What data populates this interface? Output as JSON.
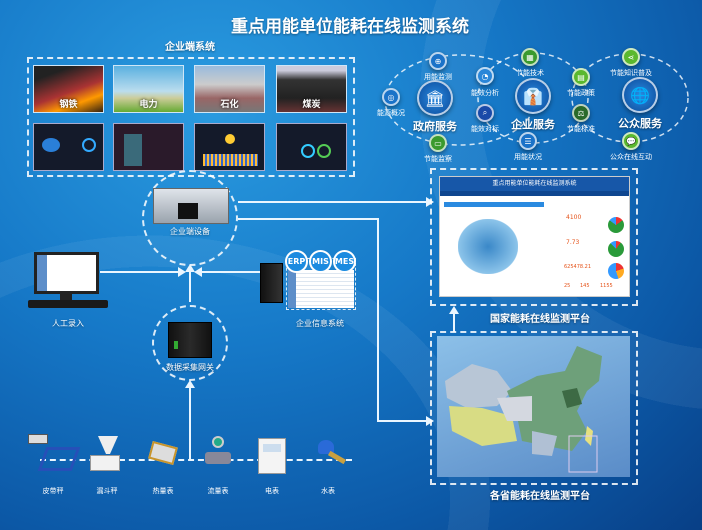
{
  "title": "重点用能单位能耗在线监测系统",
  "enterprise": {
    "title": "企业端系统",
    "industries": [
      {
        "label": "钢铁"
      },
      {
        "label": "电力"
      },
      {
        "label": "石化"
      },
      {
        "label": "煤炭"
      }
    ],
    "device_label": "企业端设备",
    "manual_input_label": "人工录入",
    "info_system_label": "企业信息系统",
    "info_systems": [
      "ERP",
      "MIS",
      "MES"
    ],
    "gateway_label": "数据采集网关",
    "sensors": [
      {
        "label": "皮带秤"
      },
      {
        "label": "漏斗秤"
      },
      {
        "label": "热量表"
      },
      {
        "label": "流量表"
      },
      {
        "label": "电表"
      },
      {
        "label": "水表"
      }
    ]
  },
  "services": {
    "government": "政府服务",
    "enterprise": "企业服务",
    "public": "公众服务",
    "items": [
      "能源概况",
      "用能监测",
      "节能监察",
      "能效分析",
      "能效对标",
      "节能技术",
      "用能状况",
      "节能政策",
      "节能标准",
      "节能知识普及",
      "公众在线互动"
    ]
  },
  "national_platform": {
    "label": "国家能耗在线监测平台",
    "screen_title": "重点用能单位能耗在线监测系统",
    "stats": [
      "4100",
      "7.73",
      "625478.21",
      "25",
      "145",
      "1155"
    ]
  },
  "provincial_platform": {
    "label": "各省能耗在线监测平台"
  },
  "colors": {
    "background": "#1679c8",
    "line": "#eaf6ff",
    "green_icon": "#3fa52e",
    "blue_icon": "#1565b8"
  }
}
